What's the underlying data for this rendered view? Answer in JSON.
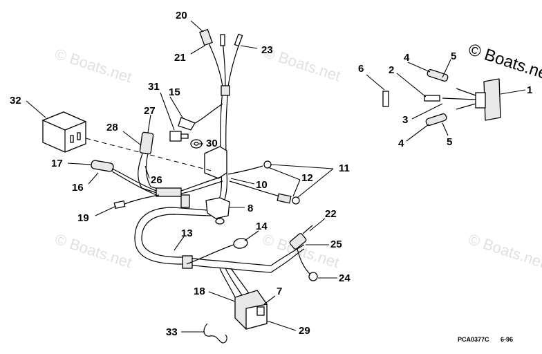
{
  "watermark": {
    "text": "© Boats.net"
  },
  "corner_watermark": {
    "text": "© Boats.ne"
  },
  "drawing_code": "PCA0377C",
  "drawing_date": "6-96",
  "callouts": {
    "c1": "1",
    "c2": "2",
    "c3": "3",
    "c4a": "4",
    "c4b": "4",
    "c5a": "5",
    "c5b": "5",
    "c6": "6",
    "c7": "7",
    "c8": "8",
    "c10": "10",
    "c11": "11",
    "c12": "12",
    "c13": "13",
    "c14": "14",
    "c15": "15",
    "c16": "16",
    "c17": "17",
    "c18": "18",
    "c19": "19",
    "c20": "20",
    "c21": "21",
    "c22": "22",
    "c23": "23",
    "c24": "24",
    "c25": "25",
    "c26": "26",
    "c27": "27",
    "c28": "28",
    "c29": "29",
    "c30": "30",
    "c31": "31",
    "c32": "32",
    "c33": "33"
  }
}
